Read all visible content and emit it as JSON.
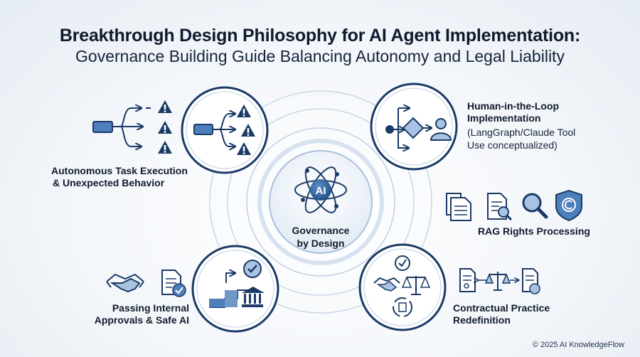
{
  "header": {
    "title": "Breakthrough Design Philosophy for AI Agent Implementation:",
    "subtitle": "Governance Building Guide Balancing Autonomy and Legal Liability"
  },
  "center": {
    "badge": "AI",
    "label_line1": "Governance",
    "label_line2": "by Design"
  },
  "nodes": {
    "autonomous": {
      "line1": "Autonomous Task Execution",
      "line2": "& Unexpected Behavior"
    },
    "hitl": {
      "line1": "Human-in-the-Loop",
      "line2": "Implementation",
      "note1": "(LangGraph/Claude Tool",
      "note2": "Use conceptualized)"
    },
    "rag": {
      "line1": "RAG Rights Processing"
    },
    "approvals": {
      "line1": "Passing Internal",
      "line2": "Approvals & Safe AI"
    },
    "contract": {
      "line1": "Contractual Practice",
      "line2": "Redefinition"
    }
  },
  "footer": {
    "copyright": "© 2025 AI KnowledgeFlow"
  },
  "colors": {
    "navy": "#1b3a66",
    "blue": "#3c6fa8",
    "light_blue": "#a8c4e2",
    "fill_blue": "#5b8ac2",
    "ring": "#c3d3e6"
  }
}
